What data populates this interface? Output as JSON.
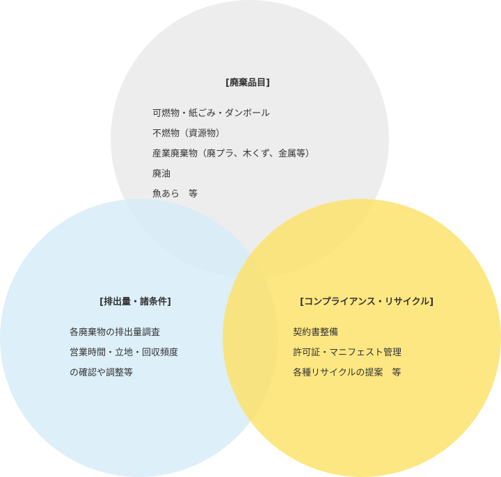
{
  "colors": {
    "top_circle": "#e9e9e9",
    "left_circle": "#d6ebf6",
    "right_circle": "#fce267",
    "text": "#333333"
  },
  "circles": {
    "waste": {
      "title": "[廃棄品目]",
      "items": [
        "可燃物・紙ごみ・ダンボール",
        "不燃物（資源物）",
        "産業廃棄物（廃プラ、木くず、金属等）",
        "廃油",
        "魚あら　等"
      ]
    },
    "emission": {
      "title": "[排出量・諸条件]",
      "items": [
        "各廃棄物の排出量調査",
        "営業時間・立地・回収頻度",
        "の確認や調整等"
      ]
    },
    "compliance": {
      "title": "[コンプライアンス・リサイクル]",
      "items": [
        "契約書整備",
        "許可証・マニフェスト管理",
        "各種リサイクルの提案　等"
      ]
    }
  }
}
